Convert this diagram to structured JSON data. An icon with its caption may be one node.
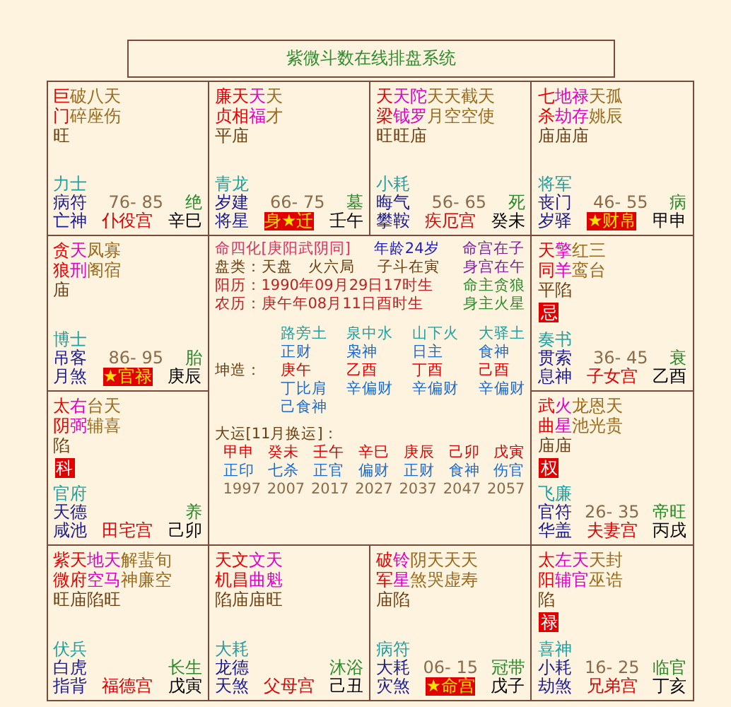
{
  "diagram": {
    "nodes": [
      {
        "text": [
          "紫微斗数在线排盘系统"
        ]
      },
      {
        "text": [
          "巨破八天门碎座伤",
          "旺",
          "力士",
          "病符",
          "76- 85",
          "绝",
          "亡神",
          "仆役宫",
          "辛巳"
        ]
      },
      {
        "text": [
          "廉天天天贞相福才",
          "平庙",
          "青龙",
          "岁建",
          "66- 75",
          "墓",
          "将星",
          "身★迁",
          "壬午"
        ]
      },
      {
        "text": [
          "天天陀天天截天梁钺罗月空空使",
          "旺旺庙",
          "小耗",
          "晦气",
          "56- 65",
          "死",
          "攀鞍",
          "疾厄宫",
          "癸未"
        ]
      },
      {
        "text": [
          "七地禄天孤杀劫存姚辰",
          "庙庙庙",
          "将军",
          "丧门",
          "46- 55",
          "病",
          "岁驿",
          "★财帛",
          "甲申"
        ]
      },
      {
        "text": [
          "贪天凤寡狼刑阁宿",
          "庙",
          "博士",
          "吊客",
          "86- 95",
          "胎",
          "月煞",
          "★官禄",
          "庚辰"
        ]
      },
      {
        "text": [
          "天擎红三同羊鸾台",
          "平陷",
          "忌",
          "奏书",
          "贯索",
          "36- 45",
          "衰",
          "息神",
          "子女宫",
          "乙酉"
        ]
      },
      {
        "text": [
          "太右台天阴弼辅喜",
          "陷",
          "科",
          "官府",
          "天德",
          "养",
          "咸池",
          "田宅宫",
          "己卯"
        ]
      },
      {
        "text": [
          "武火龙恩天曲星池光贵",
          "庙庙",
          "权",
          "飞廉",
          "官符",
          "26- 35",
          "帝旺",
          "华盖",
          "夫妻宫",
          "丙戌"
        ]
      },
      {
        "text": [
          "紫天地天解蜚旬微府空马神廉空",
          "旺庙陷旺",
          "伏兵",
          "白虎",
          "长生",
          "指背",
          "福德宫",
          "戊寅"
        ]
      },
      {
        "text": [
          "天文文天机昌曲魁",
          "陷庙庙旺",
          "大耗",
          "龙德",
          "沐浴",
          "天煞",
          "父母宫",
          "己丑"
        ]
      },
      {
        "text": [
          "破铃阴天天天军星煞哭虚寿",
          "庙陷",
          "病符",
          "大耗",
          "06- 15",
          "冠带",
          "灾煞",
          "★命宫",
          "戊子"
        ]
      },
      {
        "text": [
          "太左天天封阳辅官巫诰",
          "陷",
          "禄",
          "喜神",
          "小耗",
          "16- 25",
          "临官",
          "劫煞",
          "兄弟宫",
          "丁亥"
        ]
      },
      {
        "text": [
          "命四化[庚阳武阴同]",
          "年龄24岁",
          "命宫在子",
          "盘类：天盘　火六局",
          "子斗在寅",
          "身宫在午",
          "阳历：1990年09月29日17时生",
          "命主贪狼",
          "农历：庚午年08月11日酉时生",
          "身主火星",
          "坤造：",
          "路旁土",
          "正财",
          "庚午",
          "丁比肩",
          "己食神",
          "泉中水",
          "枭神",
          "乙酉",
          "辛偏财",
          "山下火",
          "日主",
          "丁酉",
          "辛偏财",
          "大驿土",
          "食神",
          "己酉",
          "辛偏财",
          "大运[11月换运]：",
          "甲申",
          "癸未",
          "壬午",
          "辛巳",
          "庚辰",
          "己卯",
          "戊寅",
          "正印",
          "七杀",
          "正官",
          "偏财",
          "正财",
          "食神",
          "伤官",
          "1997",
          "2007",
          "2017",
          "2027",
          "2037",
          "2047",
          "2057"
        ]
      }
    ]
  }
}
